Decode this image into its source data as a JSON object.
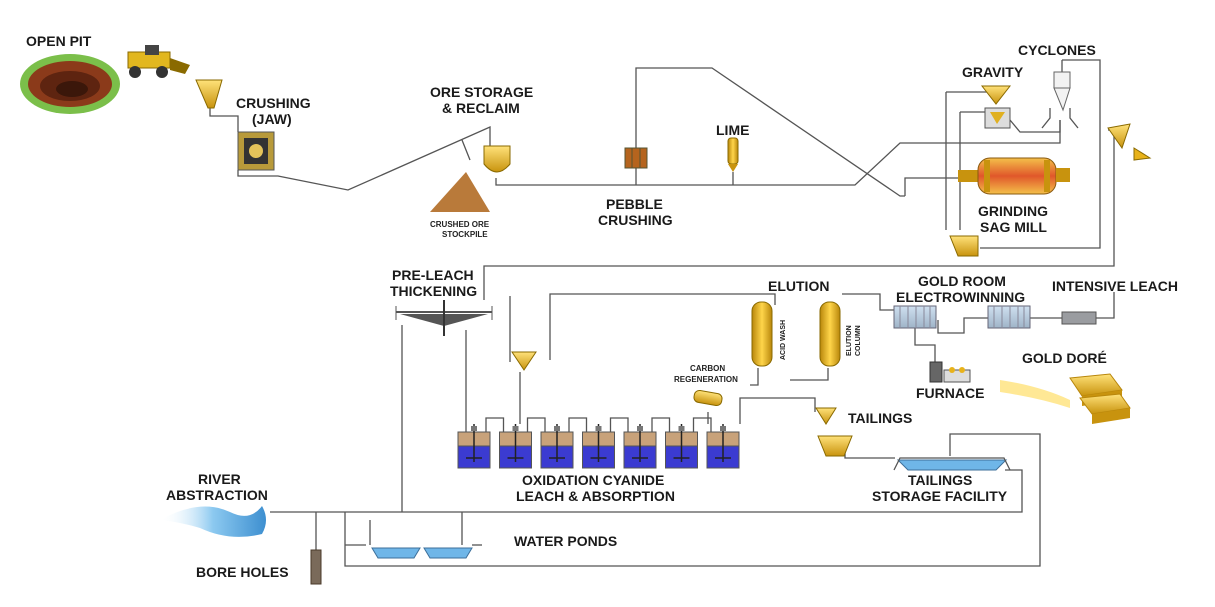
{
  "labels": {
    "open_pit": "OPEN PIT",
    "crushing_1": "CRUSHING",
    "crushing_2": "(JAW)",
    "ore_storage_1": "ORE STORAGE",
    "ore_storage_2": "& RECLAIM",
    "stockpile_1": "CRUSHED ORE",
    "stockpile_2": "STOCKPILE",
    "pebble_1": "PEBBLE",
    "pebble_2": "CRUSHING",
    "lime": "LIME",
    "gravity": "GRAVITY",
    "cyclones": "CYCLONES",
    "grinding_1": "GRINDING",
    "grinding_2": "SAG MILL",
    "preleach_1": "PRE-LEACH",
    "preleach_2": "THICKENING",
    "elution": "ELUTION",
    "acid_wash": "ACID WASH",
    "elution_column_1": "ELUTION",
    "elution_column_2": "COLUMN",
    "gold_room_1": "GOLD ROOM",
    "gold_room_2": "ELECTROWINNING",
    "intensive_leach": "INTENSIVE LEACH",
    "carbon_regen_1": "CARBON",
    "carbon_regen_2": "REGENERATION",
    "gold_dore": "GOLD DORÉ",
    "furnace": "FURNACE",
    "tailings": "TAILINGS",
    "tsf_1": "TAILINGS",
    "tsf_2": "STORAGE FACILITY",
    "oxidation_1": "OXIDATION CYANIDE",
    "oxidation_2": "LEACH & ABSORPTION",
    "river_1": "RIVER",
    "river_2": "ABSTRACTION",
    "water_ponds": "WATER PONDS",
    "bore_holes": "BORE HOLES"
  },
  "colors": {
    "line": "#555555",
    "gold": "#e8b21a",
    "gold_dark": "#b8860b",
    "tank_blue": "#3b3bd1",
    "tank_tan": "#c8a27a",
    "water": "#6fb6e8",
    "mill_red": "#d9622b"
  },
  "leach_tank_count": 7
}
